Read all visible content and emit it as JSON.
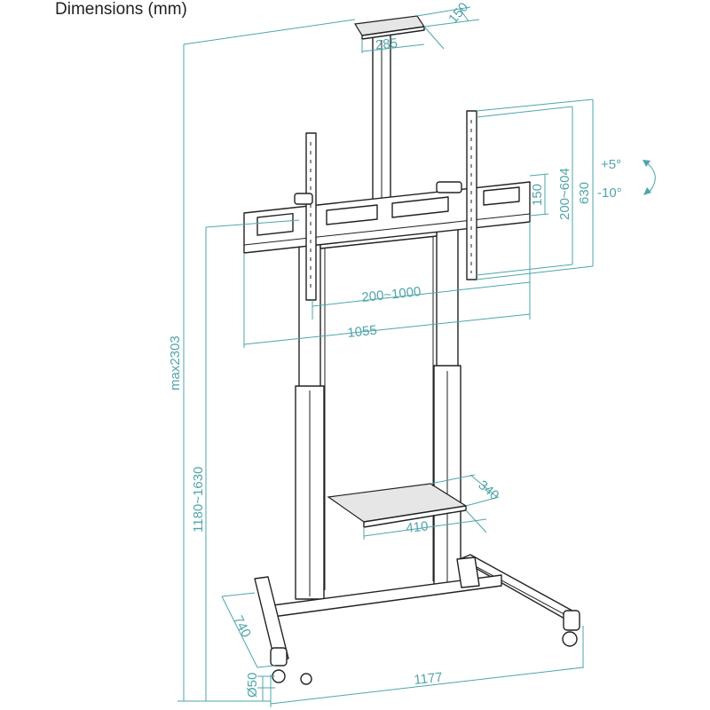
{
  "title": "Dimensions (mm)",
  "accent_color": "#4fa5aa",
  "dimensions": {
    "camera_shelf_depth": "150",
    "camera_shelf_width": "285",
    "tilt_up": "+5°",
    "tilt_down": "-10°",
    "bracket_height": "630",
    "vesa_vertical": "200~604",
    "bracket_offset": "150",
    "vesa_horizontal": "200~1000",
    "bracket_width": "1055",
    "max_height": "max2303",
    "height_range": "1180~1630",
    "shelf_depth": "340",
    "shelf_width": "410",
    "base_depth": "740",
    "wheel_diameter": "Ø50",
    "base_width": "1177"
  }
}
